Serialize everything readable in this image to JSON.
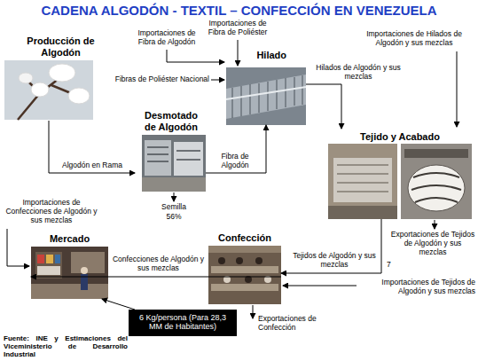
{
  "diagram": {
    "title": "CADENA ALGODÓN - TEXTIL – CONFECCIÓN EN VENEZUELA",
    "nodes": [
      {
        "text": [
          "Producción de Algodón"
        ]
      },
      {
        "text": [
          "Desmotado de Algodón"
        ]
      },
      {
        "text": [
          "Hilado"
        ]
      },
      {
        "text": [
          "Tejido y Acabado"
        ]
      },
      {
        "text": [
          "Confección"
        ]
      },
      {
        "text": [
          "Mercado"
        ]
      },
      {
        "text": [
          "6 Kg/persona (Para 28,3 MM de Habitantes)"
        ]
      }
    ],
    "edges": [
      {
        "from": 0,
        "to": 1,
        "label": "Algodón en Rama",
        "arrow": "to"
      },
      {
        "from": 1,
        "to": 2,
        "label": "Fibra de Algodón",
        "arrow": "to"
      },
      {
        "from": 2,
        "to": 3,
        "label": "Hilados de Algodón y sus mezclas",
        "arrow": "to"
      },
      {
        "from": 3,
        "to": 4,
        "label": "Tejidos de Algodón y sus mezclas",
        "arrow": "to"
      },
      {
        "from": 4,
        "to": 5,
        "label": "Confecciones de Algodón y sus mezclas",
        "arrow": "to"
      },
      {
        "from": 6,
        "to": 5,
        "arrow": "to"
      }
    ],
    "labels": [
      "Importaciones de Fibra de Algodón",
      "Importaciones de Fibra de Poliéster",
      "Fibras de Poliéster Nacional",
      "Importaciones de Hilados de Algodón y sus mezclas",
      "Semilla",
      "56%",
      "Exportaciones de Tejidos de Algodón y sus mezclas",
      "7",
      "Importaciones de Tejidos de Algodón y sus mezclas",
      "Importaciones de Confecciones de Algodón y sus mezclas",
      "Exportaciones de Confección",
      "Fuente: INE y Estimaciones del Viceministerio de Desarrollo Industrial"
    ]
  }
}
